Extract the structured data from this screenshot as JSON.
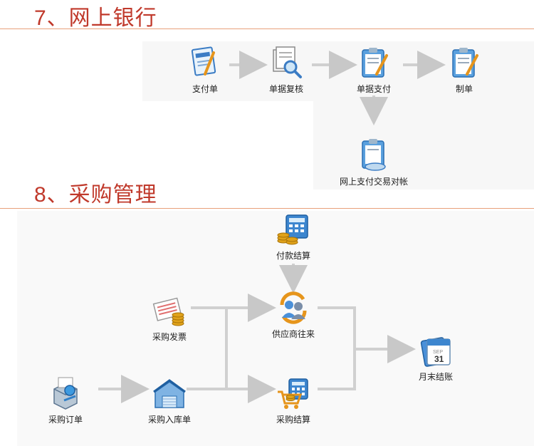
{
  "sections": {
    "online_banking": {
      "title": "7、网上银行"
    },
    "purchasing": {
      "title": "8、采购管理"
    }
  },
  "banking_nodes": {
    "payment_order": "支付单",
    "receipt_review": "单据复核",
    "receipt_payment": "单据支付",
    "prepare": "制单",
    "online_reconcile": "网上支付交易对帐"
  },
  "purchase_nodes": {
    "payment_settlement": "付款结算",
    "purchase_invoice": "采购发票",
    "supplier_dealings": "供应商往来",
    "month_end_close": "月末结账",
    "purchase_order": "采购订单",
    "purchase_receipt": "采购入库单",
    "purchase_settlement": "采购结算"
  },
  "icons": {
    "payment_order": "bank-document-icon",
    "receipt_review": "magnifier-document-icon",
    "receipt_payment": "clipboard-pen-icon",
    "prepare": "clipboard-pen-icon",
    "online_reconcile": "clipboard-disc-icon",
    "payment_settlement": "calculator-coins-icon",
    "purchase_invoice": "invoice-coins-icon",
    "supplier_dealings": "users-sync-icon",
    "month_end_close": "calendar-icon",
    "purchase_order": "order-box-icon",
    "purchase_receipt": "warehouse-icon",
    "purchase_settlement": "cart-calculator-icon"
  },
  "calendar_text": {
    "month": "SEP",
    "day": "31"
  },
  "colors": {
    "title": "#c0392b",
    "rule": "#e8a07a",
    "arrow": "#c8c8c8",
    "icon_blue": "#2f7fc8",
    "coin": "#e0a21a"
  }
}
